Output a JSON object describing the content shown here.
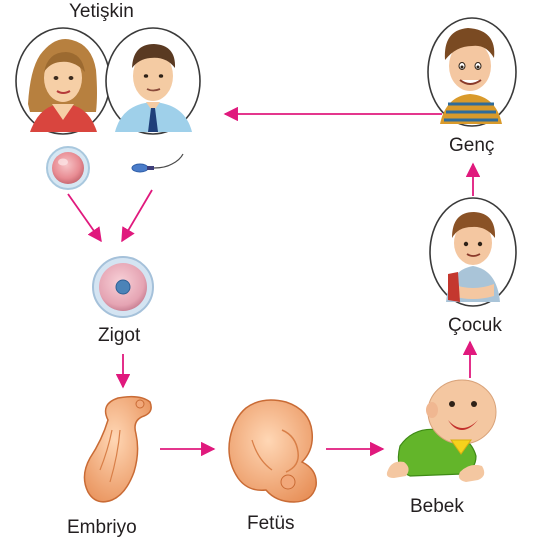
{
  "labels": {
    "adult": "Yetişkin",
    "teen": "Genç",
    "child": "Çocuk",
    "zygote": "Zigot",
    "embryo": "Embriyo",
    "fetus": "Fetüs",
    "baby": "Bebek"
  },
  "colors": {
    "arrow": "#e0197d",
    "text": "#231f20",
    "oval_stroke": "#3a3a3a"
  },
  "icons": {
    "woman": "adult-woman-portrait",
    "man": "adult-man-portrait",
    "teen": "teen-boy-portrait",
    "child": "child-portrait",
    "egg": "egg-cell",
    "sperm": "sperm-cell",
    "zygote": "zygote-cell",
    "embryo": "embryo",
    "fetus": "fetus",
    "baby": "crawling-baby"
  }
}
